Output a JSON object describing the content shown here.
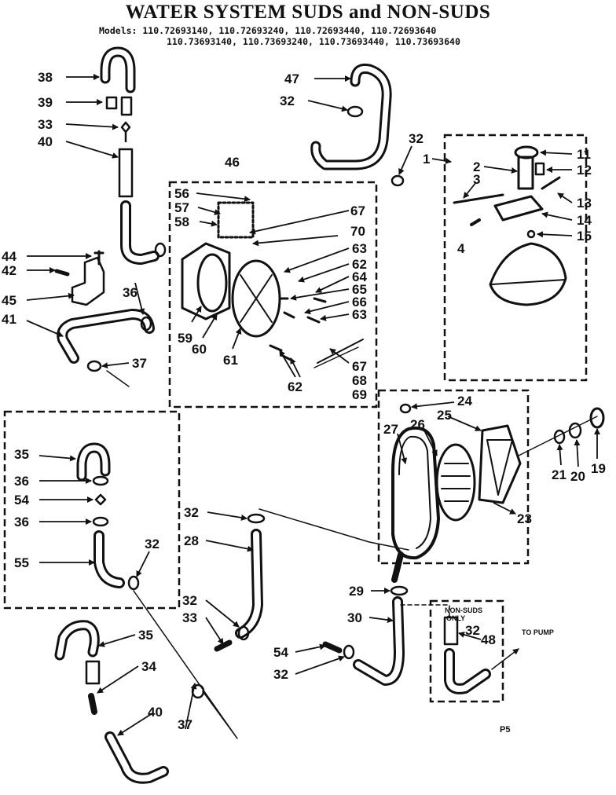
{
  "header": {
    "title": "WATER SYSTEM SUDS and NON-SUDS",
    "models_line_1": "Models: 110.72693140, 110.72693240, 110.72693440, 110.72693640",
    "models_line_2": "110.73693140, 110.73693240, 110.73693440, 110.73693640"
  },
  "labels": {
    "p1": "1",
    "p2": "2",
    "p3": "3",
    "p4": "4",
    "p11": "11",
    "p12": "12",
    "p13": "13",
    "p14": "14",
    "p15": "15",
    "p19": "19",
    "p20": "20",
    "p21": "21",
    "p23": "23",
    "p24": "24",
    "p25": "25",
    "p26": "26",
    "p27": "27",
    "p28": "28",
    "p29": "29",
    "p30": "30",
    "p32a": "32",
    "p32b": "32",
    "p32c": "32",
    "p32d": "32",
    "p32e": "32",
    "p32f": "32",
    "p32g": "32",
    "p33a": "33",
    "p33b": "33",
    "p34": "34",
    "p35a": "35",
    "p35b": "35",
    "p36a": "36",
    "p36b": "36",
    "p36c": "36",
    "p37a": "37",
    "p37b": "37",
    "p38": "38",
    "p39": "39",
    "p40a": "40",
    "p40b": "40",
    "p41": "41",
    "p42": "42",
    "p44": "44",
    "p45": "45",
    "p46": "46",
    "p47": "47",
    "p48": "48",
    "p54a": "54",
    "p54b": "54",
    "p55": "55",
    "p56": "56",
    "p57": "57",
    "p58": "58",
    "p59": "59",
    "p60": "60",
    "p61": "61",
    "p62a": "62",
    "p62b": "62",
    "p63a": "63",
    "p63b": "63",
    "p64": "64",
    "p65": "65",
    "p66": "66",
    "p67a": "67",
    "p67b": "67",
    "p68": "68",
    "p69": "69",
    "p70": "70"
  },
  "notes": {
    "non_suds_1": "NON-SUDS",
    "non_suds_2": "ONLY",
    "to_pump": "TO PUMP",
    "page_code": "P5"
  }
}
